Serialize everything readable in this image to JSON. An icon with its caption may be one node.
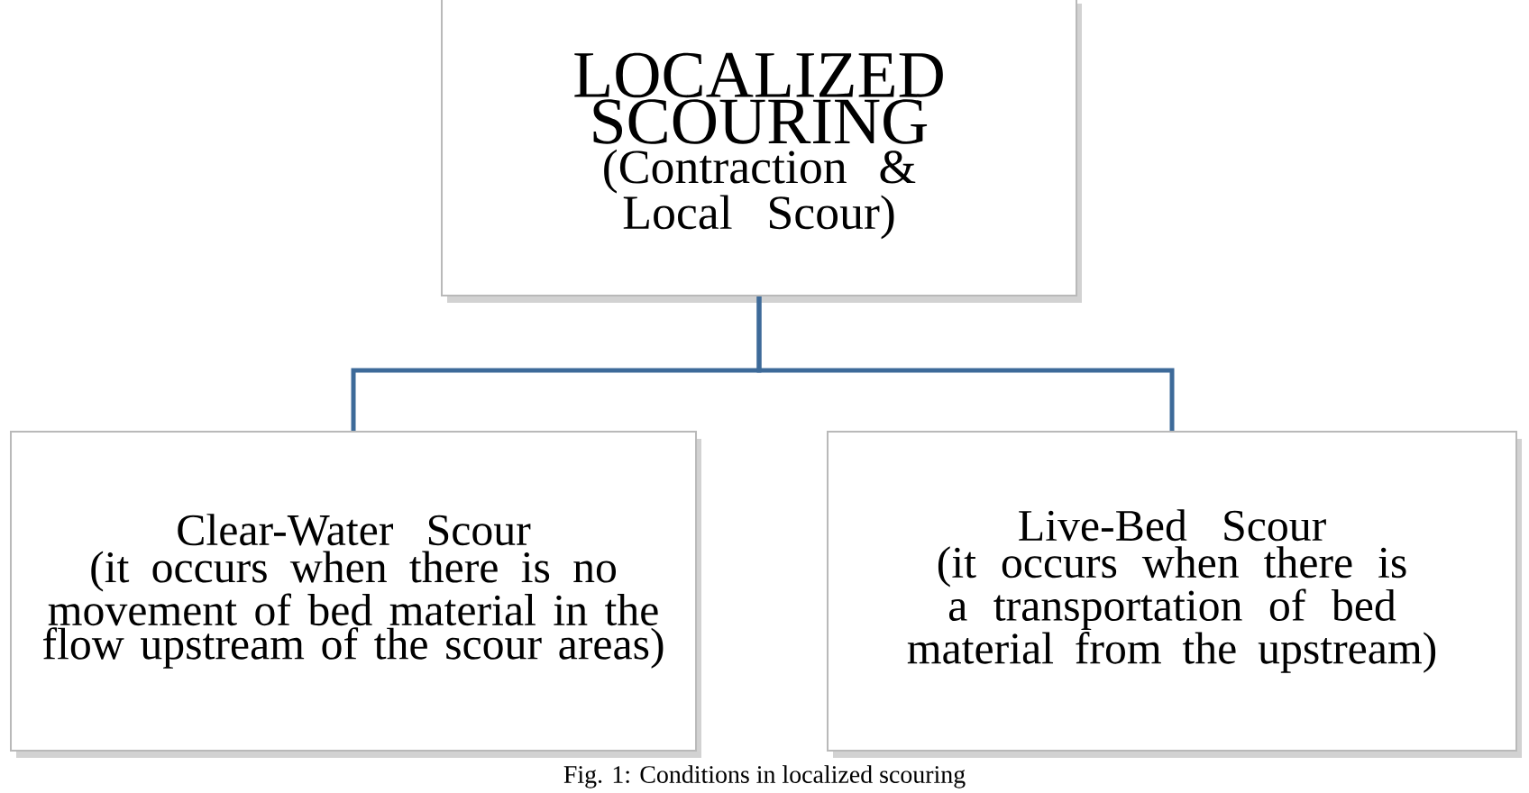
{
  "diagram": {
    "caption": "Fig. 1: Conditions in localized scouring",
    "nodes": [
      {
        "text": [
          "LOCALIZED SCOURING",
          "(Contraction & Local Scour)"
        ]
      },
      {
        "text": [
          "Clear-Water Scour",
          "(it occurs when there is no movement of bed material in the flow upstream of the scour areas)"
        ]
      },
      {
        "text": [
          "Live-Bed Scour",
          "(it occurs when there is a transportation of bed material from the upstream)"
        ]
      }
    ],
    "edges": [
      {
        "from": 0,
        "to": 1,
        "arrow": "none",
        "color": "#3d6a99"
      },
      {
        "from": 0,
        "to": 2,
        "arrow": "none",
        "color": "#3d6a99"
      }
    ]
  }
}
